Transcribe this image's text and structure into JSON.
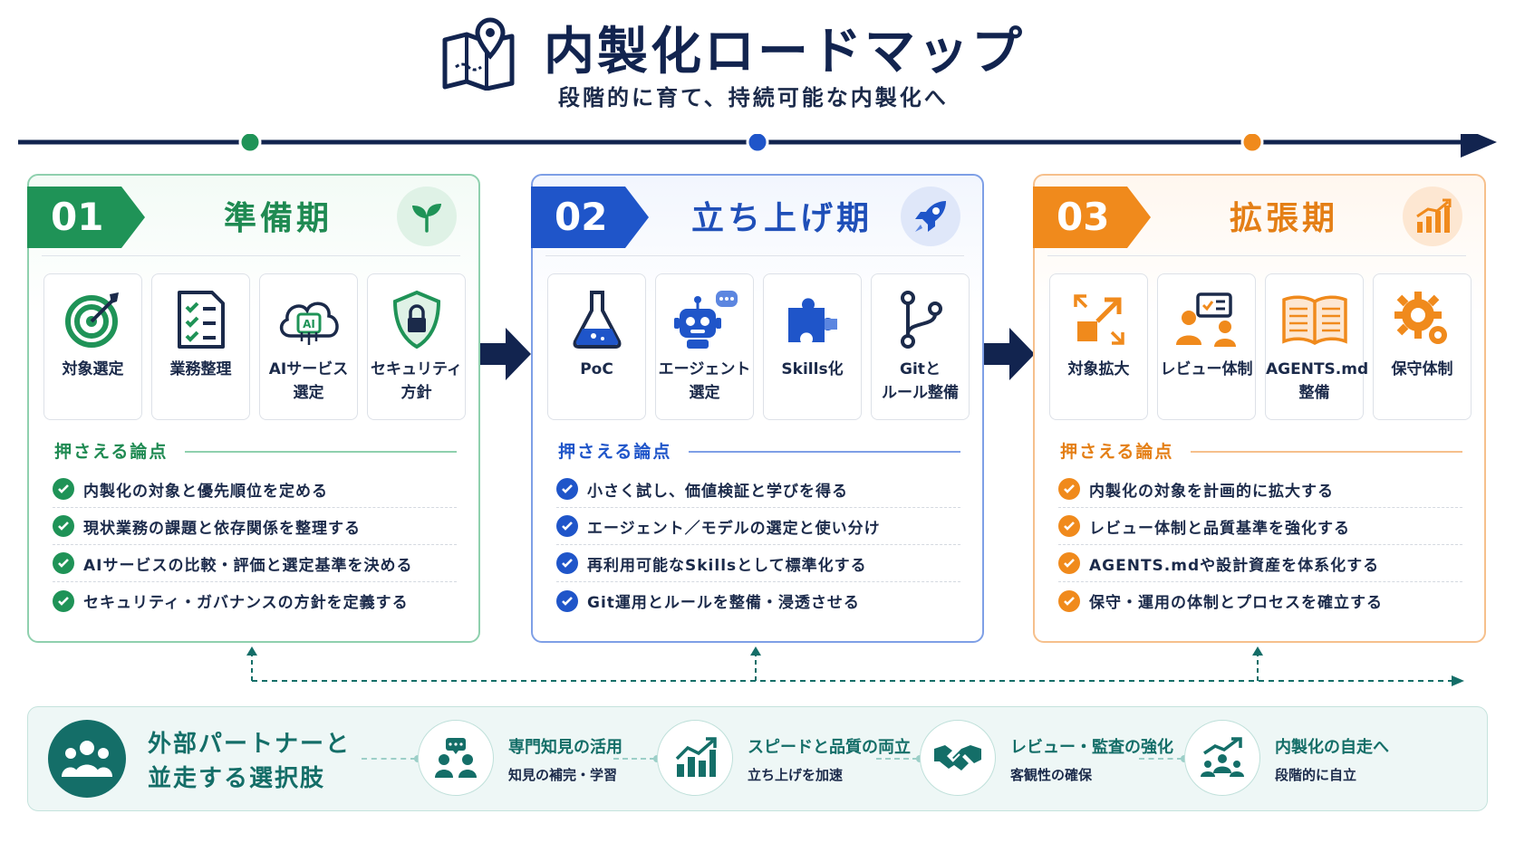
{
  "header": {
    "title": "内製化ロードマップ",
    "subtitle": "段階的に育て、持続可能な内製化へ",
    "icon": "map-pin-icon"
  },
  "colors": {
    "navy": "#12244f",
    "green": "#1f9357",
    "blue": "#1f55c9",
    "orange": "#f08a1c",
    "teal": "#146e68"
  },
  "phases": [
    {
      "number": "01",
      "title": "準備期",
      "icon": "sprout-icon",
      "tiles": [
        {
          "label": "対象選定",
          "icon": "target-icon"
        },
        {
          "label": "業務整理",
          "icon": "checklist-icon"
        },
        {
          "label": "AIサービス\n選定",
          "icon": "ai-cloud-icon"
        },
        {
          "label": "セキュリティ\n方針",
          "icon": "shield-lock-icon"
        }
      ],
      "points_heading": "押さえる論点",
      "points": [
        "内製化の対象と優先順位を定める",
        "現状業務の課題と依存関係を整理する",
        "AIサービスの比較・評価と選定基準を決める",
        "セキュリティ・ガバナンスの方針を定義する"
      ]
    },
    {
      "number": "02",
      "title": "立ち上げ期",
      "icon": "rocket-icon",
      "tiles": [
        {
          "label": "PoC",
          "icon": "flask-icon"
        },
        {
          "label": "エージェント\n選定",
          "icon": "robot-icon"
        },
        {
          "label": "Skills化",
          "icon": "puzzle-icon"
        },
        {
          "label": "Gitと\nルール整備",
          "icon": "git-branch-icon"
        }
      ],
      "points_heading": "押さえる論点",
      "points": [
        "小さく試し、価値検証と学びを得る",
        "エージェント／モデルの選定と使い分け",
        "再利用可能なSkillsとして標準化する",
        "Git運用とルールを整備・浸透させる"
      ]
    },
    {
      "number": "03",
      "title": "拡張期",
      "icon": "growth-chart-icon",
      "tiles": [
        {
          "label": "対象拡大",
          "icon": "expand-icon"
        },
        {
          "label": "レビュー体制",
          "icon": "review-people-icon"
        },
        {
          "label": "AGENTS.md\n整備",
          "icon": "open-book-icon"
        },
        {
          "label": "保守体制",
          "icon": "gear-icon"
        }
      ],
      "points_heading": "押さえる論点",
      "points": [
        "内製化の対象を計画的に拡大する",
        "レビュー体制と品質基準を強化する",
        "AGENTS.mdや設計資産を体系化する",
        "保守・運用の体制とプロセスを確立する"
      ]
    }
  ],
  "partner": {
    "title_line1": "外部パートナーと",
    "title_line2": "並走する選択肢",
    "icon": "group-icon",
    "benefits": [
      {
        "title": "専門知見の活用",
        "sub": "知見の補完・学習",
        "icon": "consult-icon"
      },
      {
        "title": "スピードと品質の両立",
        "sub": "立ち上げを加速",
        "icon": "bar-growth-icon"
      },
      {
        "title": "レビュー・監査の強化",
        "sub": "客観性の確保",
        "icon": "handshake-icon"
      },
      {
        "title": "内製化の自走へ",
        "sub": "段階的に自立",
        "icon": "team-growth-icon"
      }
    ]
  }
}
